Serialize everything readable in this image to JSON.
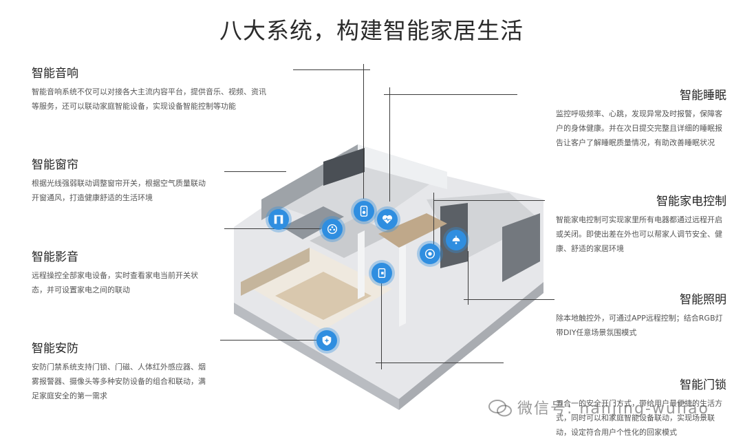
{
  "title": "八大系统，构建智能家居生活",
  "features": [
    {
      "key": "audio",
      "title": "智能音响",
      "desc": "智能音响系统不仅可以对接各大主流内容平台，提供音乐、视频、资讯等服务，还可以联动家庭智能设备，实现设备智能控制等功能"
    },
    {
      "key": "curtain",
      "title": "智能窗帘",
      "desc": "根据光线强弱联动调整窗帘开关，根据空气质量联动开窗通风，打造健康舒适的生活环境"
    },
    {
      "key": "theater",
      "title": "智能影音",
      "desc": "远程操控全部家电设备，实时查看家电当前开关状态，并可设置家电之间的联动"
    },
    {
      "key": "security",
      "title": "智能安防",
      "desc": "安防门禁系统支持门锁、门磁、人体红外感应器、烟雾报警器、摄像头等多种安防设备的组合和联动，满足家庭安全的第一需求"
    },
    {
      "key": "sleep",
      "title": "智能睡眠",
      "desc": "监控呼吸频率、心跳，发现异常及时报警，保障客户的身体健康。并在次日提交完整且详细的睡眠报告让客户了解睡眠质量情况，有助改善睡眠状况"
    },
    {
      "key": "appliance",
      "title": "智能家电控制",
      "desc": "智能家电控制可实现家里所有电器都通过远程开启或关闭。即使出差在外也可以帮家人调节安全、健康、舒适的家居环境"
    },
    {
      "key": "lighting",
      "title": "智能照明",
      "desc": "除本地触控外，可通过APP远程控制；结合RGB灯带DIY任意场景氛围模式"
    },
    {
      "key": "lock",
      "title": "智能门锁",
      "desc": "五合一的安全开门方式，带给用户最便捷的生活方式，同时可以和家庭智能设备联动，实现场景联动，设定符合用户个性化的回家模式"
    }
  ],
  "watermark": "微信号: nanjing-wuliao",
  "colors": {
    "hub": "#2f8ee0",
    "floor": "#dcdde0",
    "wall": "#c8cacd"
  }
}
